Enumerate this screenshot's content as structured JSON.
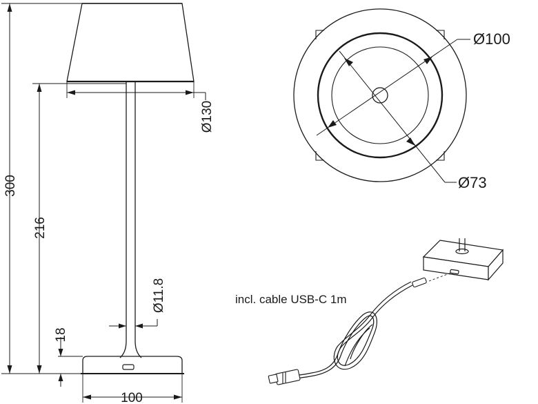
{
  "side_view": {
    "dim_overall_height": "300",
    "dim_shade_bottom_height": "216",
    "dim_base_height": "18",
    "dim_shade_diameter": "Ø130",
    "dim_stem_diameter": "Ø11.8",
    "dim_base_width": "100"
  },
  "top_view": {
    "dim_outer_ring_diameter": "Ø100",
    "dim_inner_ring_diameter": "Ø73"
  },
  "detail": {
    "cable_caption": "incl. cable USB-C 1m"
  }
}
